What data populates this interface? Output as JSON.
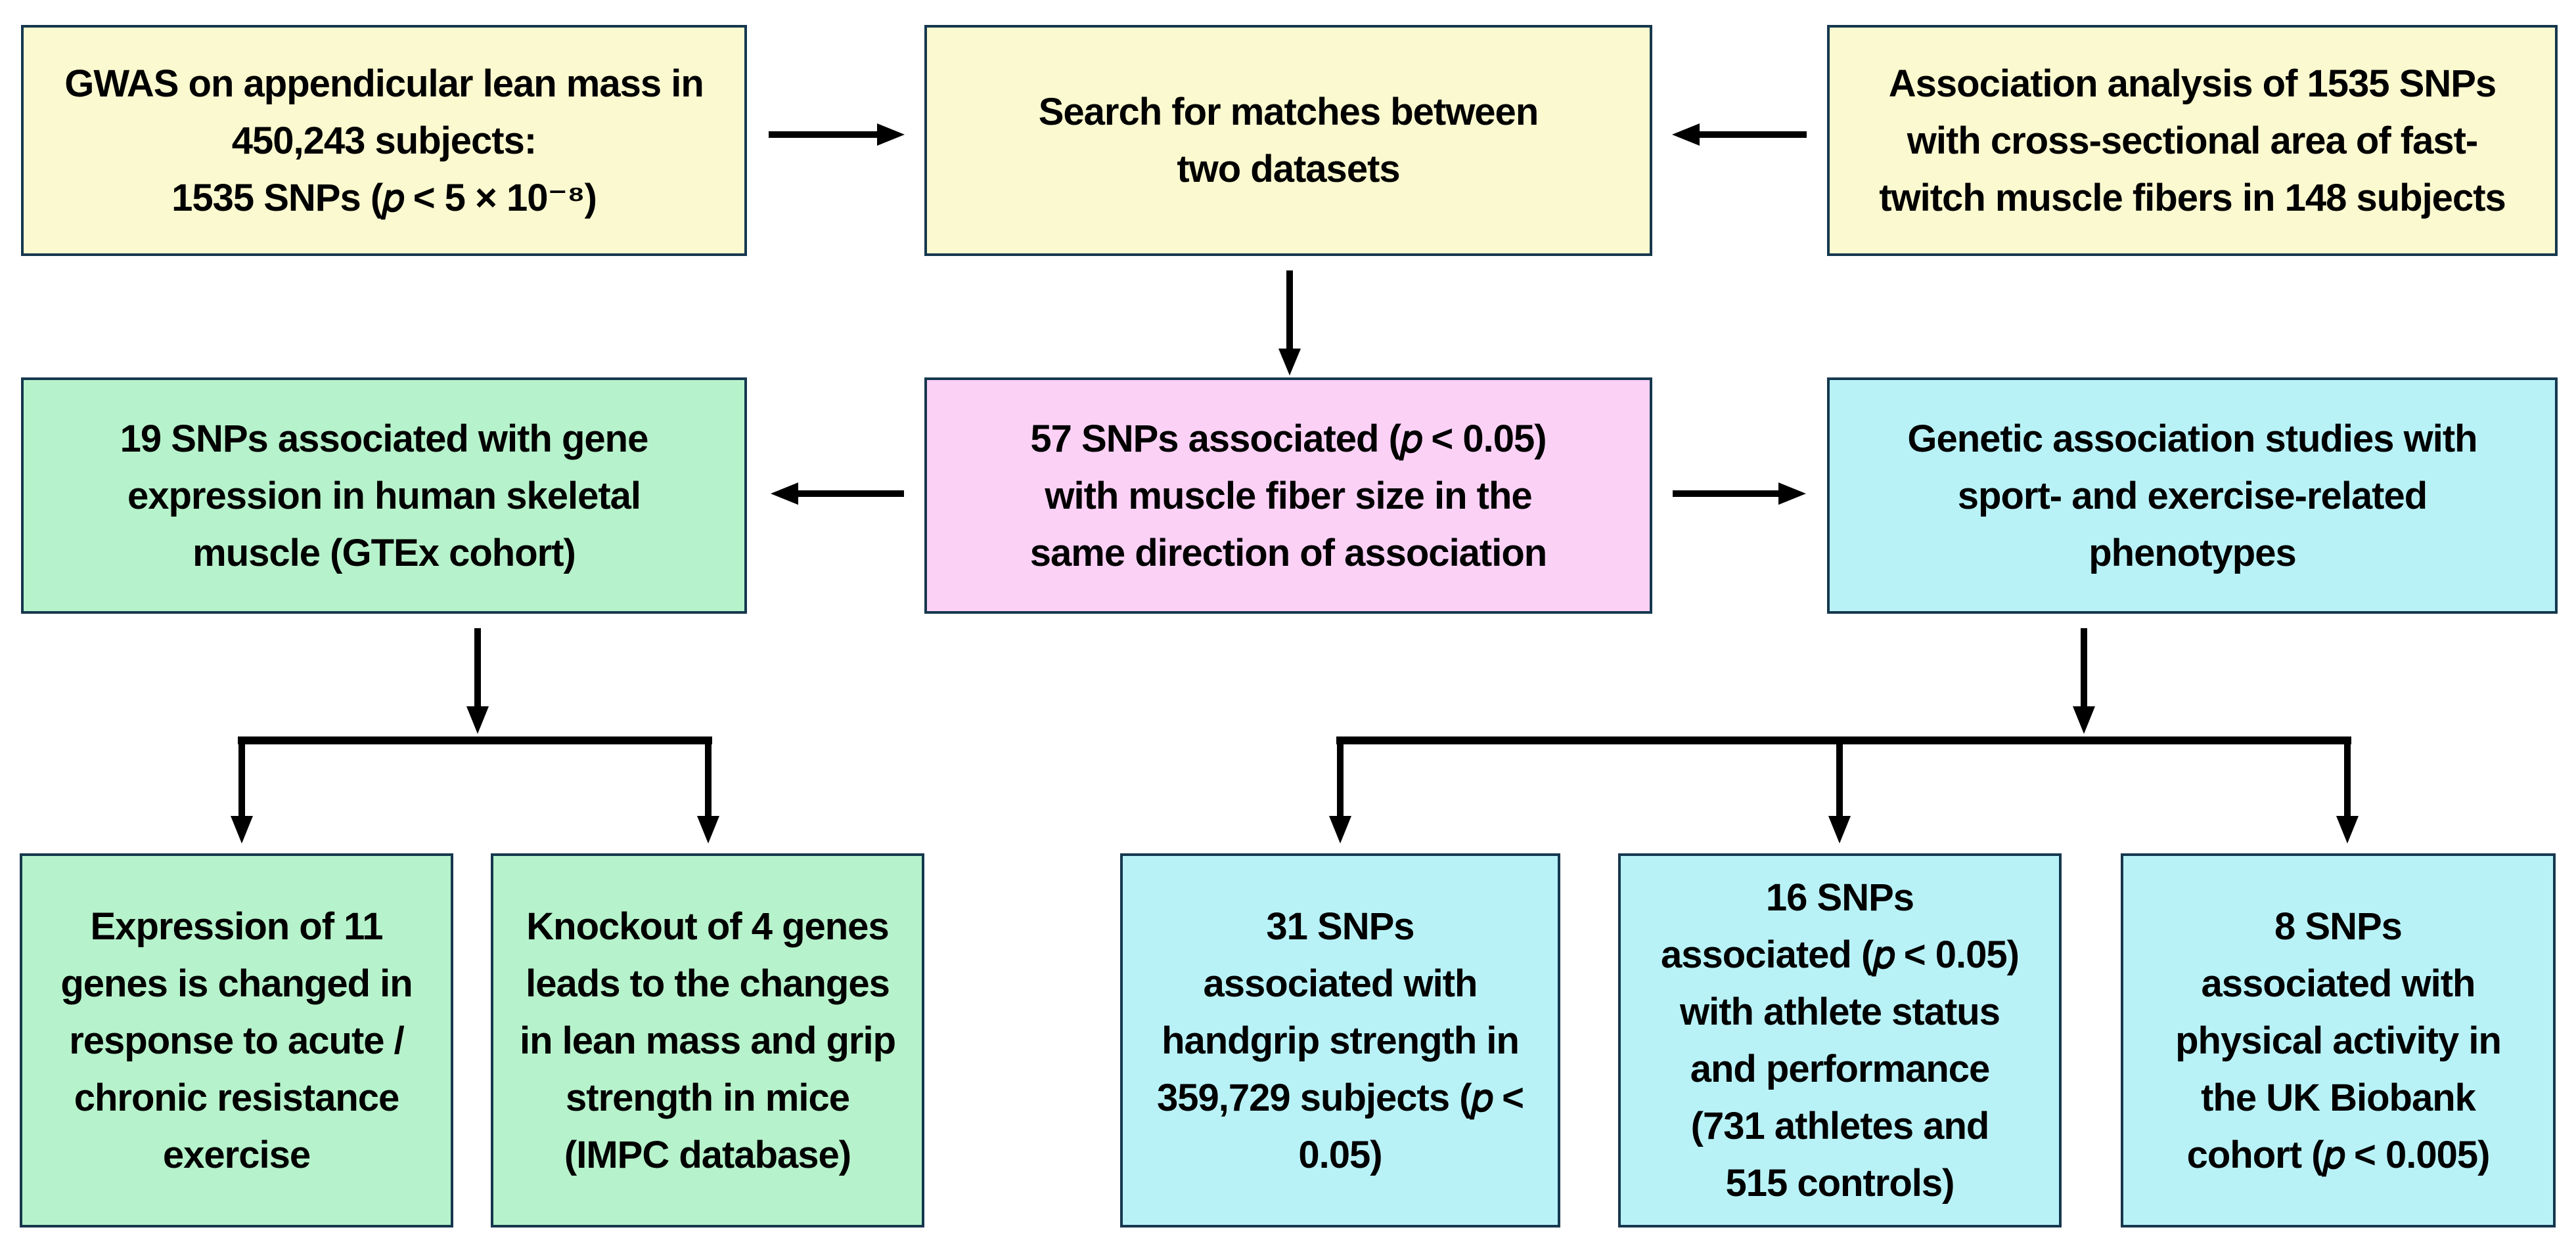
{
  "flowchart": {
    "colors": {
      "background": "#ffffff",
      "border": "#16384e",
      "arrow": "#000000",
      "text": "#000000",
      "yellow": "#fbf9cf",
      "green": "#b6f2cb",
      "pink": "#fcd1f6",
      "cyan": "#b8f2f7"
    },
    "boxes": {
      "gwas": {
        "text": "GWAS on appendicular lean mass in\n450,243 subjects:\n1535 SNPs (𝑝 < 5 × 10⁻⁸)"
      },
      "search": {
        "text": "Search for matches between\ntwo datasets"
      },
      "fiber_analysis": {
        "text": "Association analysis of 1535 SNPs\nwith cross-sectional area of fast-\ntwitch muscle fibers in 148 subjects"
      },
      "gtex": {
        "text": "19 SNPs associated with gene\nexpression in human skeletal\nmuscle (GTEx cohort)"
      },
      "matched_57": {
        "text": "57 SNPs associated (𝑝 < 0.05)\nwith muscle fiber size in the\nsame direction of association"
      },
      "sport_studies": {
        "text": "Genetic association studies with\nsport- and exercise-related\nphenotypes"
      },
      "expression_11": {
        "text": "Expression of 11\ngenes is changed in\nresponse to acute /\nchronic resistance\nexercise"
      },
      "knockout_4": {
        "text": "Knockout of 4 genes\nleads to the changes\nin lean mass and grip\nstrength in mice\n(IMPC database)"
      },
      "handgrip_31": {
        "text": "31 SNPs\nassociated with\nhandgrip strength in\n359,729 subjects (𝑝 <\n0.05)"
      },
      "athlete_16": {
        "text": "16 SNPs\nassociated (𝑝 < 0.05)\nwith athlete status\nand performance\n(731 athletes and\n515 controls)"
      },
      "activity_8": {
        "text": "8 SNPs\nassociated with\nphysical activity in\nthe UK Biobank\ncohort (𝑝 < 0.005)"
      }
    }
  }
}
